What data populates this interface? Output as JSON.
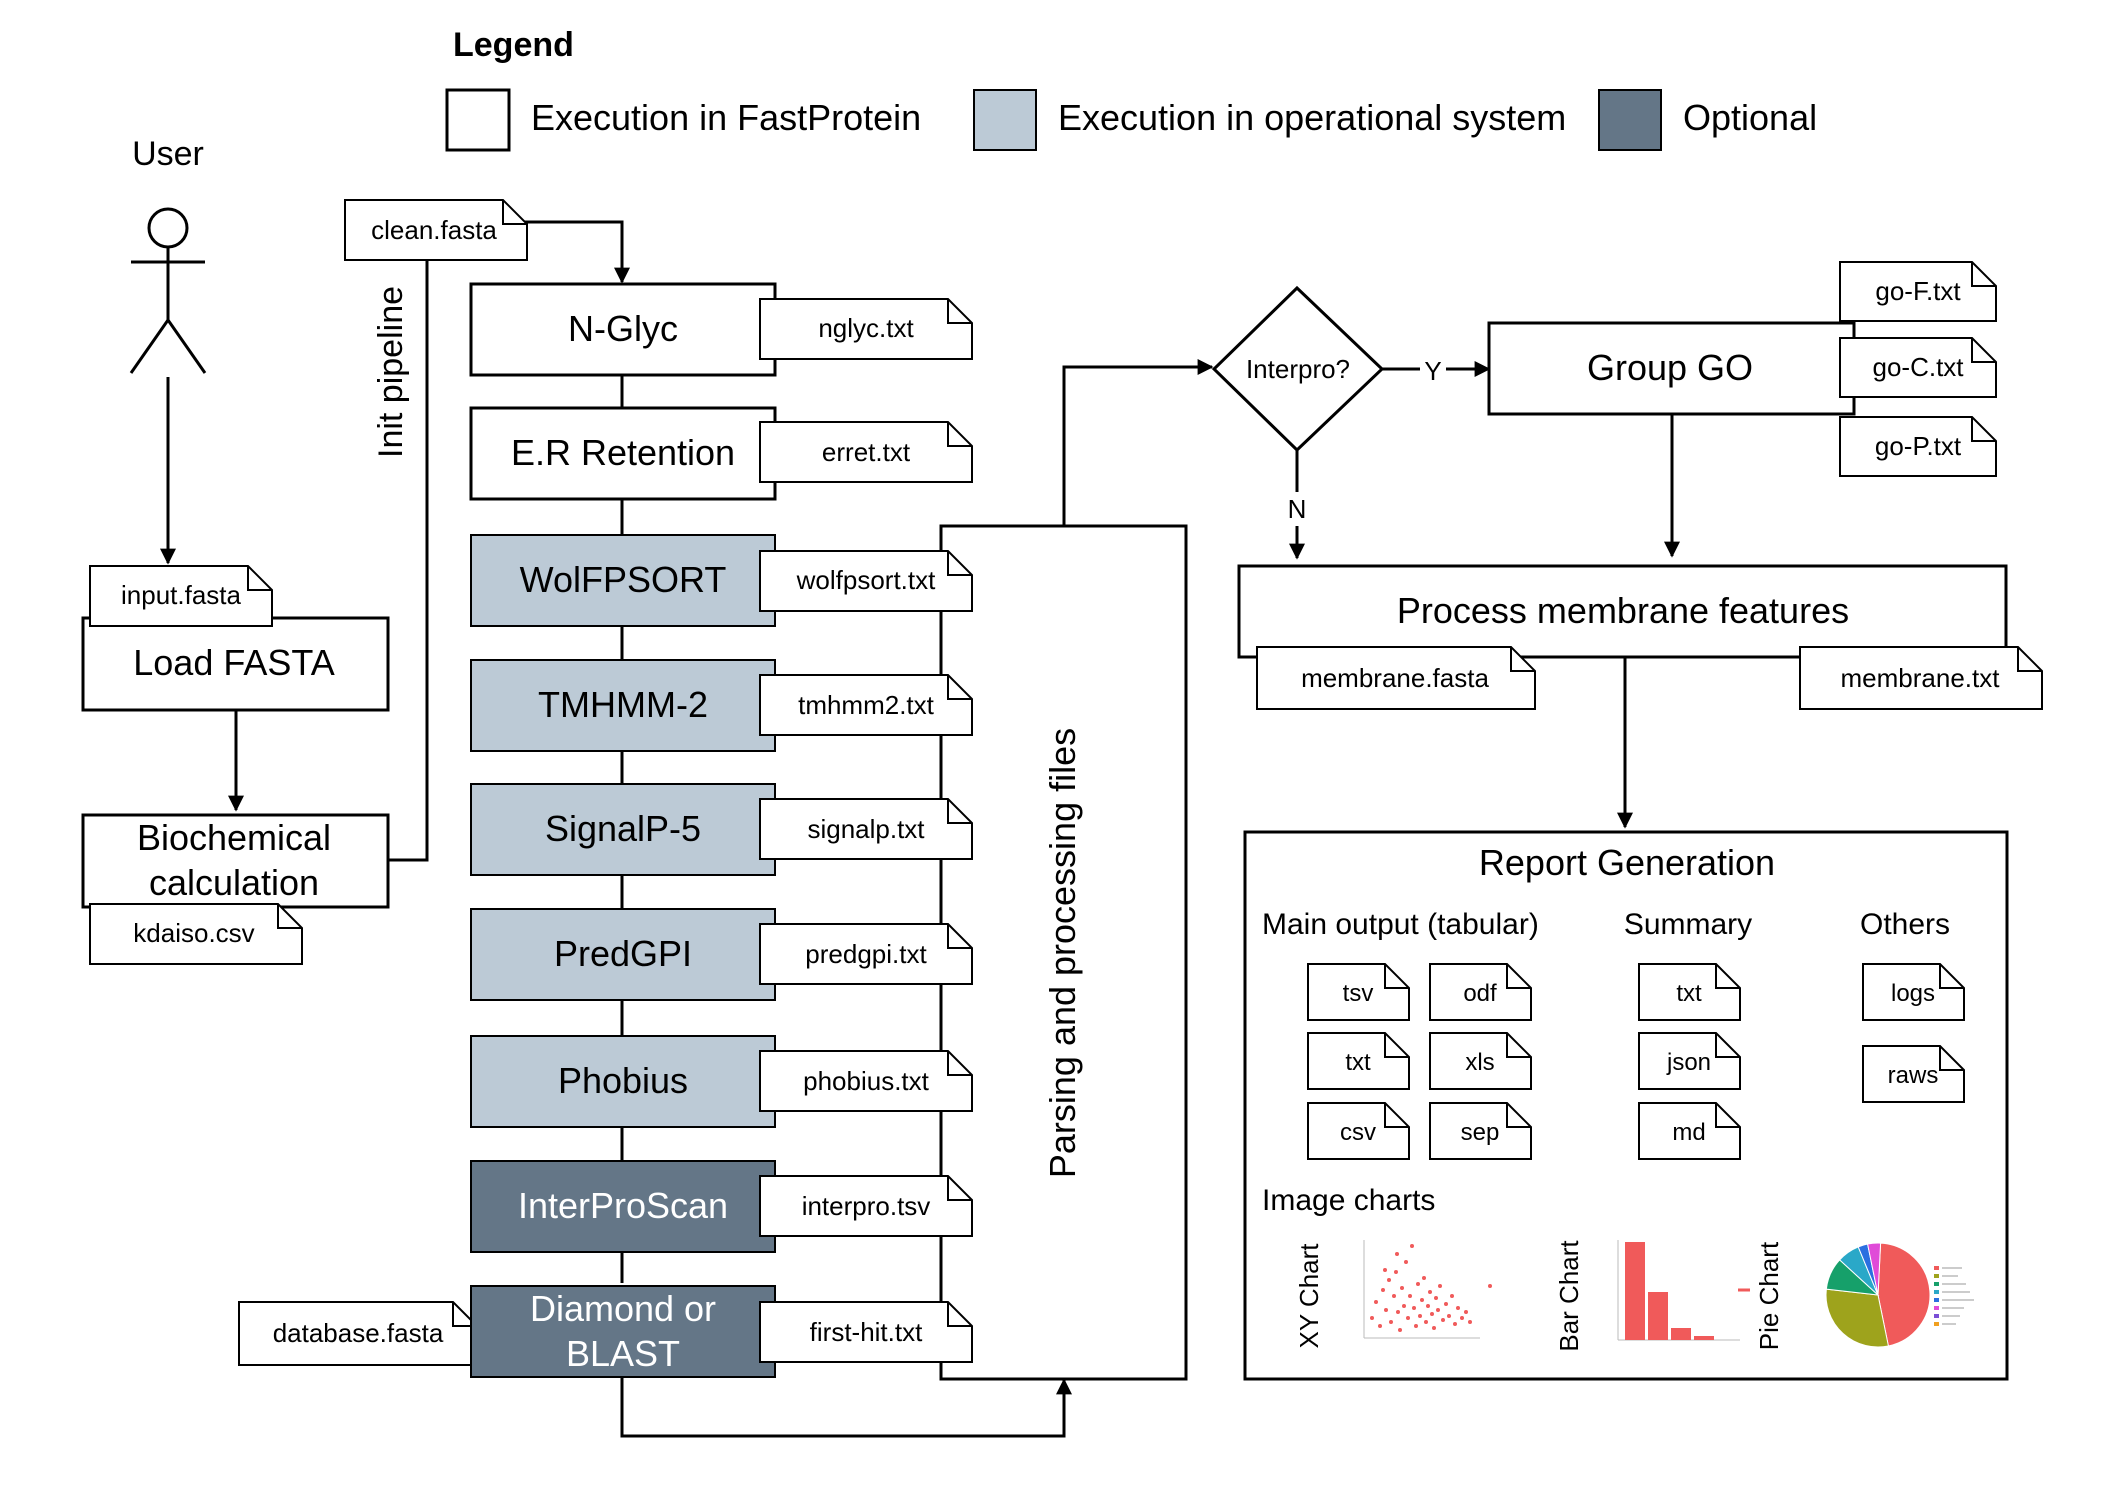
{
  "colors": {
    "fastprotein": "#ffffff",
    "operational": "#bccad6",
    "optional": "#647687",
    "optional_text": "#ffffff",
    "stroke": "#000000",
    "chart_red": "#f05a5a",
    "pie_teal": "#2aa8c8",
    "pie_olive": "#9ea31c",
    "pie_magenta": "#e04bd8",
    "pie_green": "#16a06a",
    "pie_blue": "#2b6fe0"
  },
  "legend": {
    "title": "Legend",
    "items": [
      {
        "label": "Execution in FastProtein"
      },
      {
        "label": "Execution in operational system"
      },
      {
        "label": "Optional"
      }
    ]
  },
  "user": {
    "label": "User"
  },
  "files": {
    "input": "input.fasta",
    "kdaiso": "kdaiso.csv",
    "clean": "clean.fasta",
    "database": "database.fasta",
    "nglyc": "nglyc.txt",
    "erret": "erret.txt",
    "wolfpsort": "wolfpsort.txt",
    "tmhmm": "tmhmm2.txt",
    "signalp": "signalp.txt",
    "predgpi": "predgpi.txt",
    "phobius": "phobius.txt",
    "interpro": "interpro.tsv",
    "firsthit": "first-hit.txt",
    "gof": "go-F.txt",
    "goc": "go-C.txt",
    "gop": "go-P.txt",
    "membrane_fasta": "membrane.fasta",
    "membrane_txt": "membrane.txt"
  },
  "processes": {
    "load": "Load FASTA",
    "bio_line1": "Biochemical",
    "bio_line2": "calculation",
    "init": "Init pipeline",
    "nglyc": "N-Glyc",
    "erret": "E.R Retention",
    "wolfpsort": "WolFPSORT",
    "tmhmm": "TMHMM-2",
    "signalp": "SignalP-5",
    "predgpi": "PredGPI",
    "phobius": "Phobius",
    "interproscan": "InterProScan",
    "diamond_line1": "Diamond or",
    "diamond_line2": "BLAST",
    "parsing": "Parsing and processing files",
    "interpro_decision": "Interpro?",
    "yes_label": "Y",
    "no_label": "N",
    "group_go": "Group GO",
    "membrane": "Process membrane features"
  },
  "report": {
    "title": "Report Generation",
    "main_title": "Main output (tabular)",
    "main_files": [
      "tsv",
      "odf",
      "txt",
      "xls",
      "csv",
      "sep"
    ],
    "summary_title": "Summary",
    "summary_files": [
      "txt",
      "json",
      "md"
    ],
    "others_title": "Others",
    "others_files": [
      "logs",
      "raws"
    ],
    "charts_title": "Image charts",
    "chart_labels": [
      "XY Chart",
      "Bar Chart",
      "Pie Chart"
    ]
  }
}
